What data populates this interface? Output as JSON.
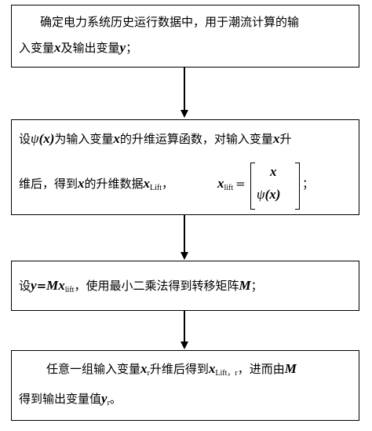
{
  "box1": {
    "line1": "确定电力系统历史运行数据中，用于潮流计算的输",
    "line2_a": "入变量",
    "x": "x",
    "line2_b": "及输出变量",
    "y": "y",
    "line2_c": "；"
  },
  "box2": {
    "l1_a": "设",
    "psi": "ψ",
    "l1_paren_x": "(x)",
    "l1_b": "为输入变量",
    "l1_x": "x",
    "l1_c": "的升维运算函数，对输入变量",
    "l1_x2": "x",
    "l1_d": "升",
    "l2_a": "维后，得到",
    "l2_x": "x",
    "l2_b": "的升维数据",
    "l2_xlift": "x",
    "l2_lift_sub": "Lift",
    "l2_c": "，",
    "l2_xlift2": "x",
    "l2_lift2_sub": "lift",
    "l2_eq": "=",
    "vec_top": "x",
    "vec_bottom_psi": "ψ",
    "vec_bottom_arg": "(x)",
    "l2_end": "；"
  },
  "box3": {
    "a": "设",
    "y": "y",
    "eq": "=",
    "M": "M",
    "x": "x",
    "lift_sub": "lift",
    "b": "，使用最小二乘法得到转移矩阵",
    "M2": "M",
    "c": "；"
  },
  "box4": {
    "l1_a": "任意一组输入变量",
    "xr": "x",
    "xr_sub": "r",
    "l1_b": "升维后得到",
    "xlr": "x",
    "xlr_sub": "Lift，r",
    "l1_c": "，进而由",
    "M": "M",
    "l2_a": "得到输出变量值",
    "yr": "y",
    "yr_sub": "r",
    "l2_b": "。"
  }
}
